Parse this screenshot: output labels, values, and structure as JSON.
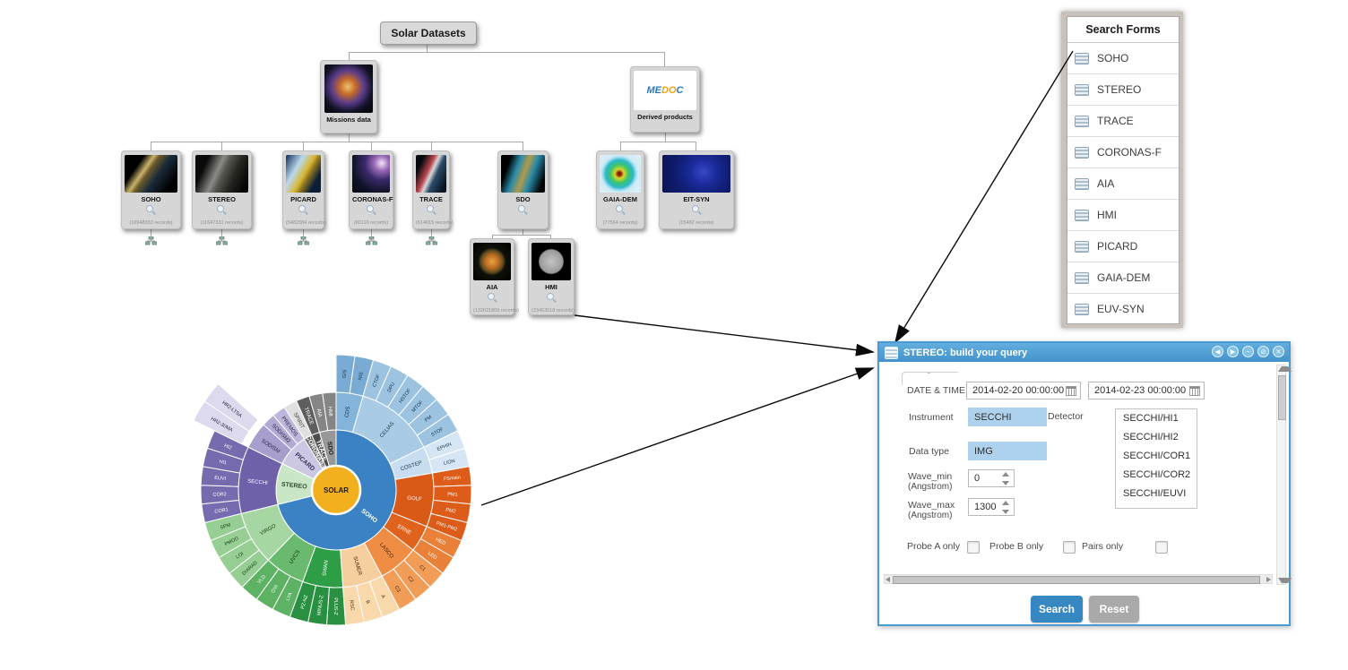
{
  "tree": {
    "root_label": "Solar Datasets",
    "nodes": {
      "missions": {
        "label": "Missions data"
      },
      "derived": {
        "label": "Derived products",
        "logo_text": "MEDOC"
      },
      "soho": {
        "label": "SOHO",
        "records": "(16948033 records)"
      },
      "stereo": {
        "label": "STEREO",
        "records": "(11647331 records)"
      },
      "picard": {
        "label": "PICARD",
        "records": "(5482084 records)"
      },
      "coronas": {
        "label": "CORONAS-F",
        "records": "(80110 records)"
      },
      "trace": {
        "label": "TRACE",
        "records": "(614015 records)"
      },
      "sdo": {
        "label": "SDO"
      },
      "gaia": {
        "label": "GAIA-DEM",
        "records": "(77564 records)"
      },
      "eitsyn": {
        "label": "EIT-SYN",
        "records": "(15482 records)"
      },
      "aia": {
        "label": "AIA",
        "records": "(132021809 records)"
      },
      "hmi": {
        "label": "HMI",
        "records": "(23453018 records)"
      }
    }
  },
  "search_forms": {
    "title": "Search Forms",
    "items": [
      "SOHO",
      "STEREO",
      "TRACE",
      "CORONAS-F",
      "AIA",
      "HMI",
      "PICARD",
      "GAIA-DEM",
      "EUV-SYN"
    ]
  },
  "dialog": {
    "title": "STEREO: build your query",
    "window_buttons": [
      "◀",
      "▶",
      "−",
      "⊘",
      "✕"
    ],
    "fields": {
      "datetime_label": "DATE & TIME",
      "date_start": "2014-02-20 00:00:00",
      "date_end": "2014-02-23 00:00:00",
      "instrument_label": "Instrument",
      "instrument_value": "SECCHI",
      "detector_label": "Detector",
      "detector_options": [
        "SECCHI/HI1",
        "SECCHI/HI2",
        "SECCHI/COR1",
        "SECCHI/COR2",
        "SECCHI/EUVI"
      ],
      "datatype_label": "Data type",
      "datatype_value": "IMG",
      "wavemin_label": "Wave_min",
      "wavemin_sub": "(Angstrom)",
      "wavemin_value": "0",
      "wavemax_label": "Wave_max",
      "wavemax_sub": "(Angstrom)",
      "wavemax_value": "1300",
      "probe_a_label": "Probe A only",
      "probe_b_label": "Probe B only",
      "pairs_label": "Pairs only"
    },
    "buttons": {
      "search": "Search",
      "reset": "Reset"
    }
  },
  "colors": {
    "titlebar": "#4a9bd4",
    "highlight": "#aed2ee",
    "search_button": "#3788c2",
    "reset_button": "#a9a9a9",
    "sunburst_center": "#f2b01e"
  },
  "sunburst": {
    "type": "sunburst",
    "center": {
      "label": "SOLAR",
      "color": "#f2b01e",
      "text": "#1a1a1a"
    },
    "children": [
      {
        "label": "SOHO",
        "color": "#3b82c4",
        "text": "#ffffff",
        "children": [
          {
            "label": "CDS",
            "color": "#85b4da",
            "text": "#14334d",
            "children": [
              {
                "label": "GIS",
                "color": "#79abd4",
                "text": "#14334d"
              },
              {
                "label": "NIS",
                "color": "#79abd4",
                "text": "#14334d"
              }
            ]
          },
          {
            "label": "CELIAS",
            "color": "#a9cbe5",
            "text": "#14334d",
            "children": [
              {
                "label": "CTOF",
                "color": "#9cc3e0",
                "text": "#14334d"
              },
              {
                "label": "DPU",
                "color": "#9cc3e0",
                "text": "#14334d"
              },
              {
                "label": "HSTOF",
                "color": "#9cc3e0",
                "text": "#14334d"
              },
              {
                "label": "MTOF",
                "color": "#9cc3e0",
                "text": "#14334d"
              },
              {
                "label": "PM",
                "color": "#9cc3e0",
                "text": "#14334d"
              },
              {
                "label": "STOF",
                "color": "#9cc3e0",
                "text": "#14334d"
              }
            ]
          },
          {
            "label": "COSTEP",
            "color": "#c8ddf0",
            "text": "#14334d",
            "children": [
              {
                "label": "EPHIN",
                "color": "#d6e6f4",
                "text": "#14334d"
              },
              {
                "label": "LION",
                "color": "#d6e6f4",
                "text": "#14334d"
              }
            ]
          },
          {
            "label": "GOLF",
            "color": "#d95a17",
            "text": "#ffffff",
            "children": [
              {
                "label": "FSmain",
                "color": "#dd5c1a",
                "text": "#ffffff"
              },
              {
                "label": "PM1",
                "color": "#dd5c1a",
                "text": "#ffffff"
              },
              {
                "label": "PM2",
                "color": "#dd5c1a",
                "text": "#ffffff"
              },
              {
                "label": "PM1-PM2",
                "color": "#dd5c1a",
                "text": "#ffffff"
              }
            ]
          },
          {
            "label": "ERNE",
            "color": "#e0631d",
            "text": "#ffffff",
            "children": [
              {
                "label": "HED",
                "color": "#ea8138",
                "text": "#ffffff"
              },
              {
                "label": "LED",
                "color": "#ea8138",
                "text": "#ffffff"
              }
            ]
          },
          {
            "label": "LASCO",
            "color": "#ee8d43",
            "text": "#3a1c05",
            "children": [
              {
                "label": "C1",
                "color": "#f19d58",
                "text": "#3a1c05"
              },
              {
                "label": "C2",
                "color": "#f19d58",
                "text": "#3a1c05"
              },
              {
                "label": "C3",
                "color": "#f19d58",
                "text": "#3a1c05"
              }
            ]
          },
          {
            "label": "SUMER",
            "color": "#f7cf9e",
            "text": "#4a2c0a",
            "children": [
              {
                "label": "A",
                "color": "#f9d8ab",
                "text": "#4a2c0a"
              },
              {
                "label": "B",
                "color": "#f9d8ab",
                "text": "#4a2c0a"
              },
              {
                "label": "RSC",
                "color": "#f9d8ab",
                "text": "#4a2c0a"
              }
            ]
          },
          {
            "label": "SWAN",
            "color": "#2d9d46",
            "text": "#ffffff",
            "children": [
              {
                "label": "PLUS-Z",
                "color": "#289040",
                "text": "#ffffff"
              },
              {
                "label": "MINUS-Z",
                "color": "#289040",
                "text": "#ffffff"
              },
              {
                "label": "PZ-NZ",
                "color": "#289040",
                "text": "#ffffff"
              }
            ]
          },
          {
            "label": "UVCS",
            "color": "#69ba6e",
            "text": "#0e3315",
            "children": [
              {
                "label": "LYA",
                "color": "#5db264",
                "text": "#ffffff"
              },
              {
                "label": "OVI",
                "color": "#5db264",
                "text": "#ffffff"
              },
              {
                "label": "VLD",
                "color": "#5db264",
                "text": "#ffffff"
              }
            ]
          },
          {
            "label": "VIRGO",
            "color": "#a6d6a1",
            "text": "#143d18",
            "children": [
              {
                "label": "DIARAD",
                "color": "#97ce93",
                "text": "#143d18"
              },
              {
                "label": "LOI",
                "color": "#97ce93",
                "text": "#143d18"
              },
              {
                "label": "PMOD",
                "color": "#97ce93",
                "text": "#143d18"
              },
              {
                "label": "SPM",
                "color": "#97ce93",
                "text": "#143d18"
              }
            ]
          }
        ]
      },
      {
        "label": "STEREO",
        "color": "#c9e7c6",
        "text": "#2e4d2f",
        "children": [
          {
            "label": "SECCHI",
            "color": "#6e60a9",
            "text": "#ffffff",
            "children": [
              {
                "label": "COR1",
                "color": "#776bb0",
                "text": "#ffffff"
              },
              {
                "label": "COR2",
                "color": "#776bb0",
                "text": "#ffffff"
              },
              {
                "label": "EUVI",
                "color": "#776bb0",
                "text": "#ffffff"
              },
              {
                "label": "HI1",
                "color": "#776bb0",
                "text": "#ffffff"
              },
              {
                "label": "HI2",
                "color": "#776bb0",
                "text": "#ffffff"
              }
            ]
          }
        ]
      },
      {
        "label": "PICARD",
        "color": "#ccc8e3",
        "text": "#33305a",
        "children": [
          {
            "label": "SODISM",
            "color": "#a79ecd",
            "text": "#2a2545",
            "children": [
              {
                "label": "HR2-30MA",
                "color": "#dedaed",
                "text": "#2a2545",
                "exploded": true
              },
              {
                "label": "HR2-LTSA",
                "color": "#dedaed",
                "text": "#2a2545",
                "exploded": true
              }
            ]
          },
          {
            "label": "SODISM2",
            "color": "#b3aad4",
            "text": "#2a2545"
          },
          {
            "label": "PREMOS",
            "color": "#bfb7db",
            "text": "#2a2545"
          }
        ]
      },
      {
        "label": "CORONAS-F",
        "color": "#6a6a6a",
        "text": "#ffffff",
        "children": [
          {
            "label": "SPIRIT",
            "color": "#e0e0e0",
            "text": "#444444"
          }
        ]
      },
      {
        "label": "TRACE",
        "color": "#4e4e4e",
        "text": "#ffffff",
        "children": [
          {
            "label": "TRACE",
            "color": "#5e5e5e",
            "text": "#ffffff"
          }
        ]
      },
      {
        "label": "SDO",
        "color": "#989898",
        "text": "#222222",
        "children": [
          {
            "label": "AIA",
            "color": "#858585",
            "text": "#ffffff"
          },
          {
            "label": "HMI",
            "color": "#858585",
            "text": "#ffffff"
          }
        ]
      }
    ]
  }
}
